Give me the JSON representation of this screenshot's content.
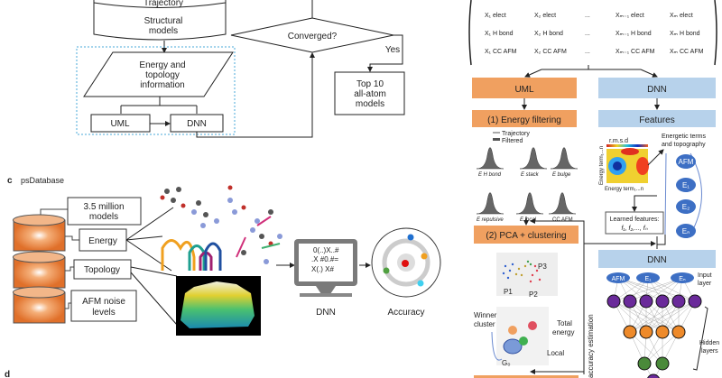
{
  "flowchart": {
    "trajectory": "Trajectory",
    "structural_1": "Structural",
    "structural_2": "models",
    "energy_1": "Energy and",
    "energy_2": "topology",
    "energy_3": "information",
    "uml": "UML",
    "dnn": "DNN",
    "converged": "Converged?",
    "yes": "Yes",
    "top10_1": "Top 10",
    "top10_2": "all-atom",
    "top10_3": "models"
  },
  "panel_c": {
    "letter": "c",
    "title": "psDatabase",
    "models_1": "3.5 million",
    "models_2": "models",
    "energy": "Energy",
    "topology": "Topology",
    "afm_1": "AFM noise",
    "afm_2": "levels",
    "screen_1": "0(..)X..#",
    "screen_2": ".X #0.#=",
    "screen_3": "X(.) X#",
    "dnn_label": "DNN",
    "accuracy_label": "Accuracy"
  },
  "panel_d": {
    "letter": "d"
  },
  "matrix": {
    "row_elect": [
      "X₁ elect",
      "X₂ elect",
      "...",
      "Xₘ₋₁ elect",
      "Xₘ elect"
    ],
    "row_hbond": [
      "X₁ H bond",
      "X₂ H bond",
      "...",
      "Xₘ₋₁ H bond",
      "Xₘ H bond"
    ],
    "row_cc": [
      "X₁ CC AFM",
      "X₂ CC AFM",
      "...",
      "Xₘ₋₁ CC AFM",
      "Xₘ CC AFM"
    ]
  },
  "right": {
    "uml": "UML",
    "dnn": "DNN",
    "energy_filtering": "(1) Energy filtering",
    "features": "Features",
    "legend_trajectory": "Trajectory",
    "legend_filtered": "Filtered",
    "dist_labels_top": [
      "E H bond",
      "E stack",
      "E bulge"
    ],
    "dist_labels_bottom": [
      "E repulsive",
      "E local",
      "CC AFM"
    ],
    "rmsd": "r.m.s.d",
    "energy_term_y": "Energy term₁...n",
    "energy_term_x": "Energy term₁...n",
    "energetic_1": "Energetic terms",
    "energetic_2": "and topography",
    "nodes": [
      "AFM",
      "E₁",
      "E₂",
      "Eₙ"
    ],
    "learned_1": "Learned features:",
    "learned_2": "f₁, f₂,..., fₙ",
    "pca": "(2) PCA + clustering",
    "p1": "P1",
    "p2": "P2",
    "p3": "P3",
    "winner_1": "Winner",
    "winner_2": "cluster",
    "total_1": "Total",
    "total_2": "energy",
    "local": "Local",
    "g0": "G₀",
    "accuracy_estimation": "accuracy estimation",
    "dnn2": "DNN",
    "input_nodes": [
      "AFM",
      "E₁",
      "Eₙ"
    ],
    "input_1": "Input",
    "input_2": "layer",
    "hidden_1": "Hidden",
    "hidden_2": "layers"
  },
  "colors": {
    "orange": "#f0a060",
    "blue": "#b7d2eb",
    "node_blue": "#3d6fc4",
    "purple": "#6a2a9a",
    "node_orange": "#ee8a2a",
    "green": "#4a8a3a"
  }
}
